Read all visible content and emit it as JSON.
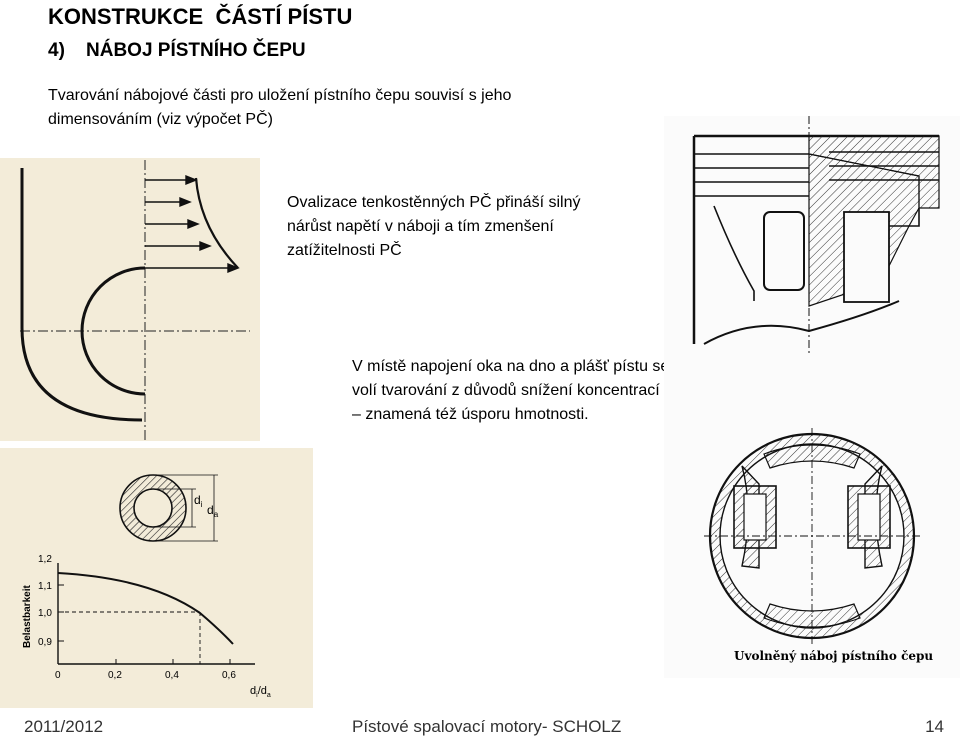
{
  "slide": {
    "title": "KONSTRUKCE  ČÁSTÍ PÍSTU",
    "subtitle": "4)    NÁBOJ PÍSTNÍHO ČEPU",
    "intro_text": "Tvarování nábojové části pro uložení pístního čepu souvisí s jeho dimensováním (viz výpočet PČ)",
    "ovalization_text": "Ovalizace tenkostěnných PČ přináší silný nárůst napětí v náboji a tím zmenšení zatížitelnosti PČ",
    "junction_text": "V místě napojení oka na dno a plášť pístu se volí tvarování z důvodů snížení koncentrací – znamená též úsporu hmotnosti."
  },
  "figure_pin_graph": {
    "ring_label_inner": "d",
    "ring_label_inner_sub": "i",
    "ring_label_outer": "d",
    "ring_label_outer_sub": "a",
    "y_axis_label": "Belastbarkeit",
    "x_axis_label_main": "d",
    "x_axis_label_sub1": "i",
    "x_axis_label_mid": "/d",
    "x_axis_label_sub2": "a",
    "y_ticks": [
      "1,2",
      "1,1",
      "1,0",
      "0,9"
    ],
    "x_ticks": [
      "0",
      "0,2",
      "0,4",
      "0,6"
    ]
  },
  "figure_piston": {
    "caption": "Uvolněný náboj pístního čepu"
  },
  "footer": {
    "year": "2011/2012",
    "course": "Pístové spalovací motory- SCHOLZ",
    "page": "14"
  },
  "colors": {
    "figure_background": "#f3ecd9",
    "text": "#000000"
  }
}
